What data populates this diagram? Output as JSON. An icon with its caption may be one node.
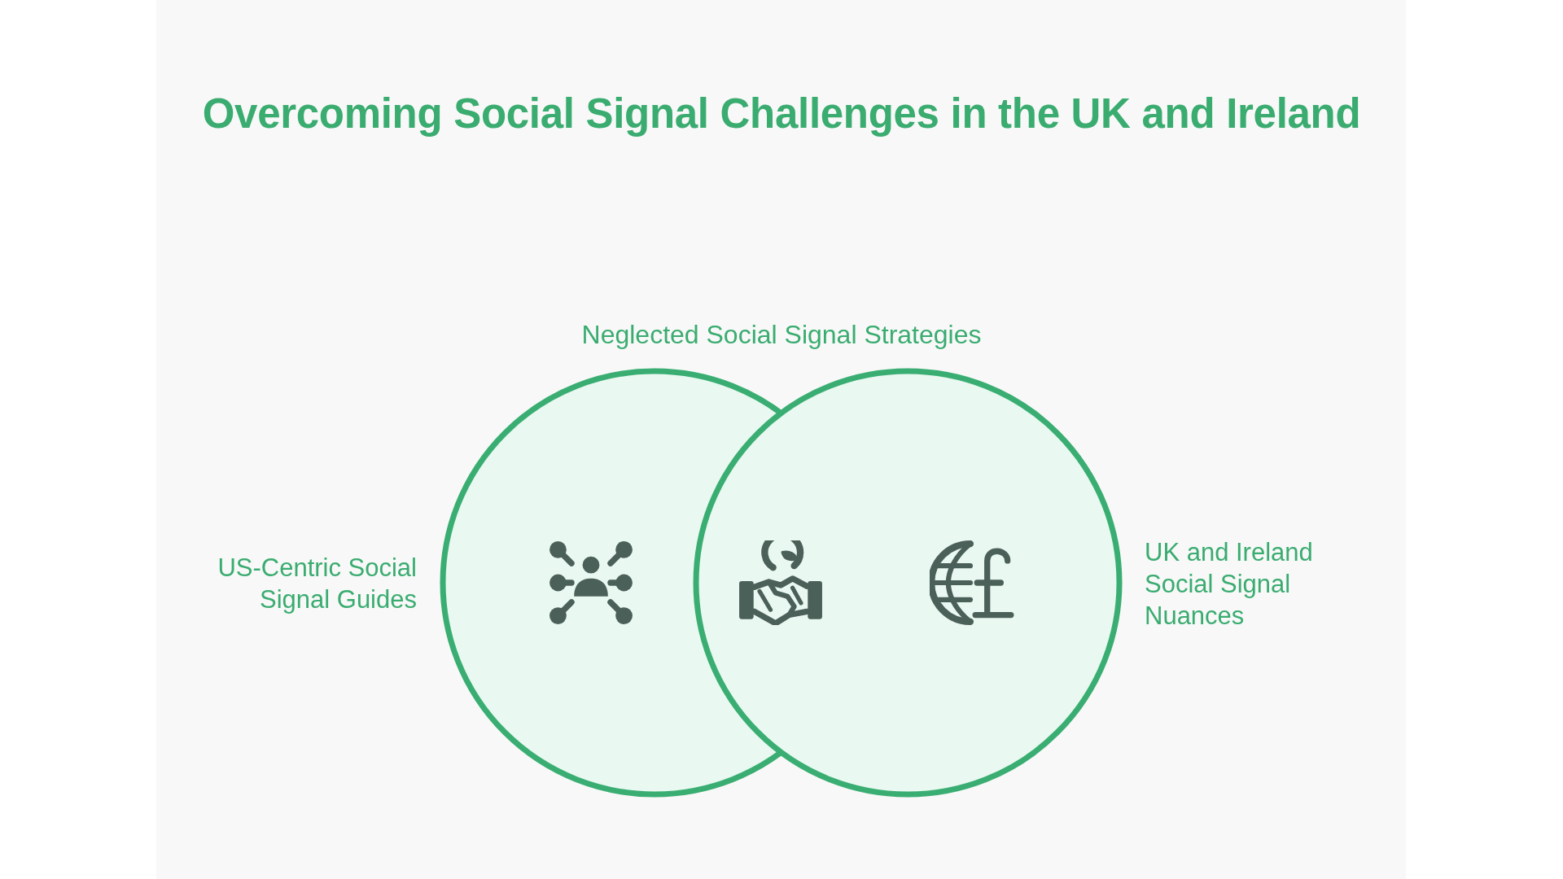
{
  "diagram": {
    "title": "Overcoming Social Signal Challenges in the UK and Ireland",
    "nodes": [
      {
        "text": [
          "US-Centric Social Signal Guides"
        ]
      },
      {
        "text": [
          "UK and Ireland Social Signal Nuances"
        ]
      }
    ],
    "labels": [
      "Neglected Social Signal Strategies"
    ]
  }
}
